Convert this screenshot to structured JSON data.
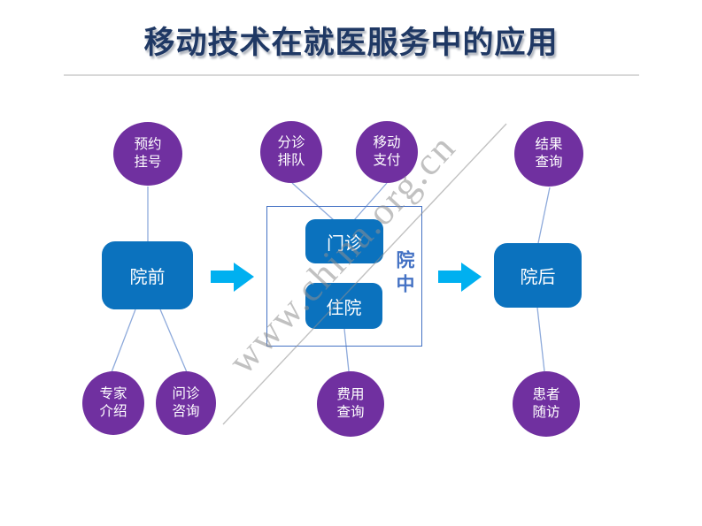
{
  "page": {
    "title": "移动技术在就医服务中的应用"
  },
  "watermark": {
    "text": "www.china.org.cn"
  },
  "flow": {
    "stages": [
      {
        "id": "pre-hospital",
        "label": "院前"
      },
      {
        "id": "in-hospital",
        "label": "院中",
        "children": [
          {
            "id": "outpatient",
            "label": "门诊"
          },
          {
            "id": "inpatient",
            "label": "住院"
          }
        ]
      },
      {
        "id": "post-hospital",
        "label": "院后"
      }
    ]
  },
  "bubbles": {
    "top": [
      {
        "id": "appointment-registration",
        "label": "预约\n挂号"
      },
      {
        "id": "triage-queue",
        "label": "分诊\n排队"
      },
      {
        "id": "mobile-payment",
        "label": "移动\n支付"
      },
      {
        "id": "result-query",
        "label": "结果\n查询"
      }
    ],
    "bottom": [
      {
        "id": "expert-introduction",
        "label": "专家\n介绍"
      },
      {
        "id": "consultation",
        "label": "问诊\n咨询"
      },
      {
        "id": "fee-query",
        "label": "费用\n查询"
      },
      {
        "id": "patient-followup",
        "label": "患者\n随访"
      }
    ]
  },
  "colors": {
    "bubble_purple": "#7030A0",
    "stage_blue": "#0B72BE",
    "arrow_cyan": "#00B0F0",
    "title_navy": "#1F3864",
    "connector_blue": "#8EAADB",
    "group_border_blue": "#4472C4",
    "divider_gray": "#D8D8D8",
    "watermark_gray": "#8F8F8F"
  }
}
